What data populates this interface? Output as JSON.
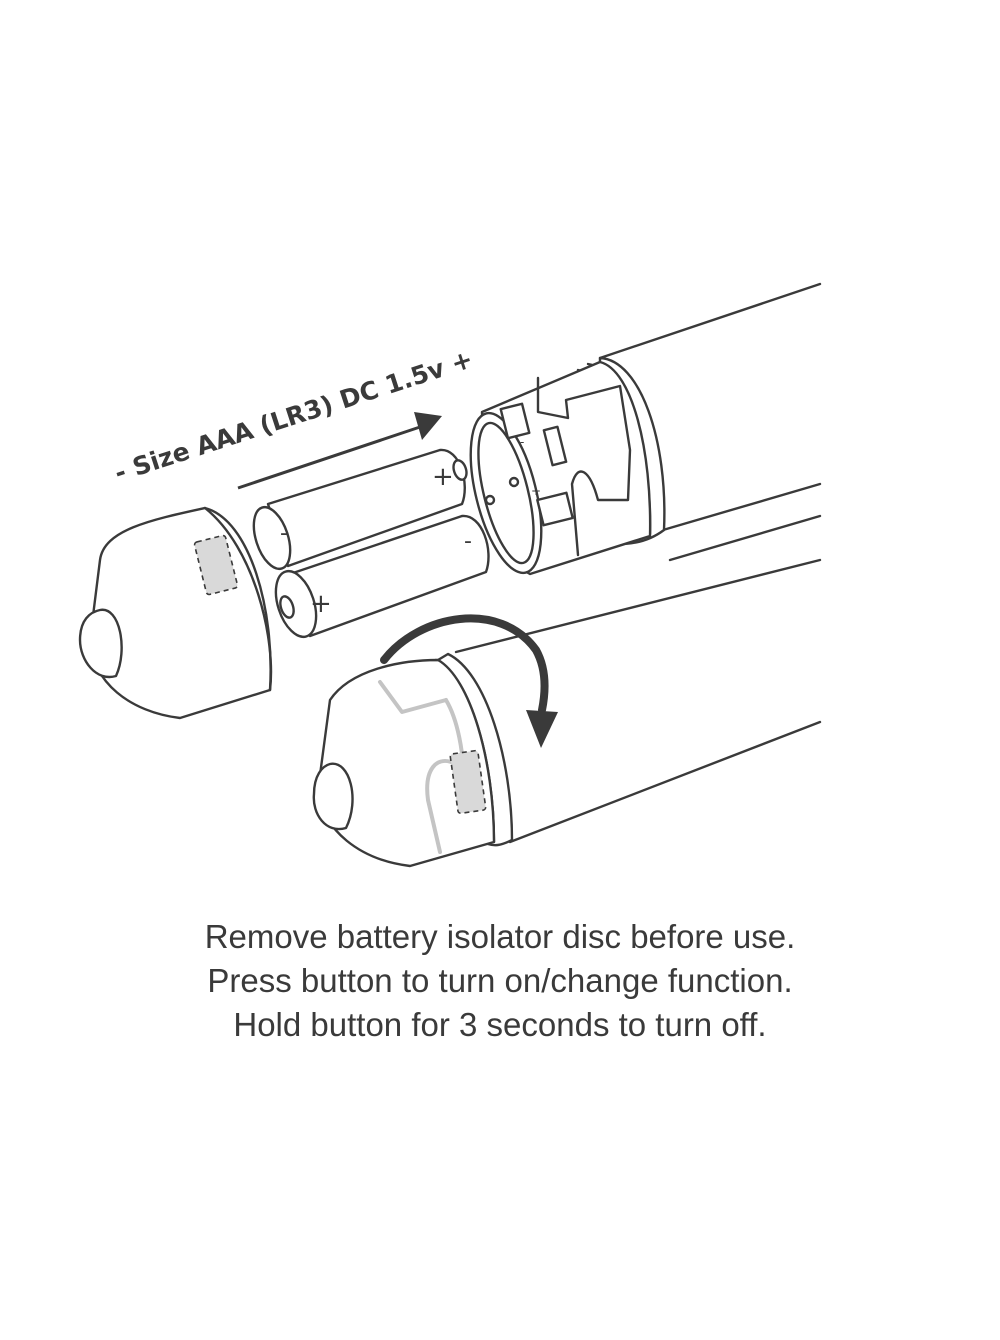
{
  "spec_label": "- Size AAA (LR3) DC 1.5v +",
  "battery_top": {
    "positive": "+",
    "negative": "-"
  },
  "battery_bottom": {
    "positive": "+",
    "negative": "-"
  },
  "contact_marks": {
    "positive": "+",
    "negative": "-"
  },
  "instructions": [
    "Remove battery isolator disc before use.",
    "Press button to turn on/change function.",
    "Hold button for 3 seconds to turn off."
  ],
  "colors": {
    "ink": "#3a3a3a",
    "isolator_disc": "#d9d9d9",
    "arrow": "#3a3a3a"
  }
}
